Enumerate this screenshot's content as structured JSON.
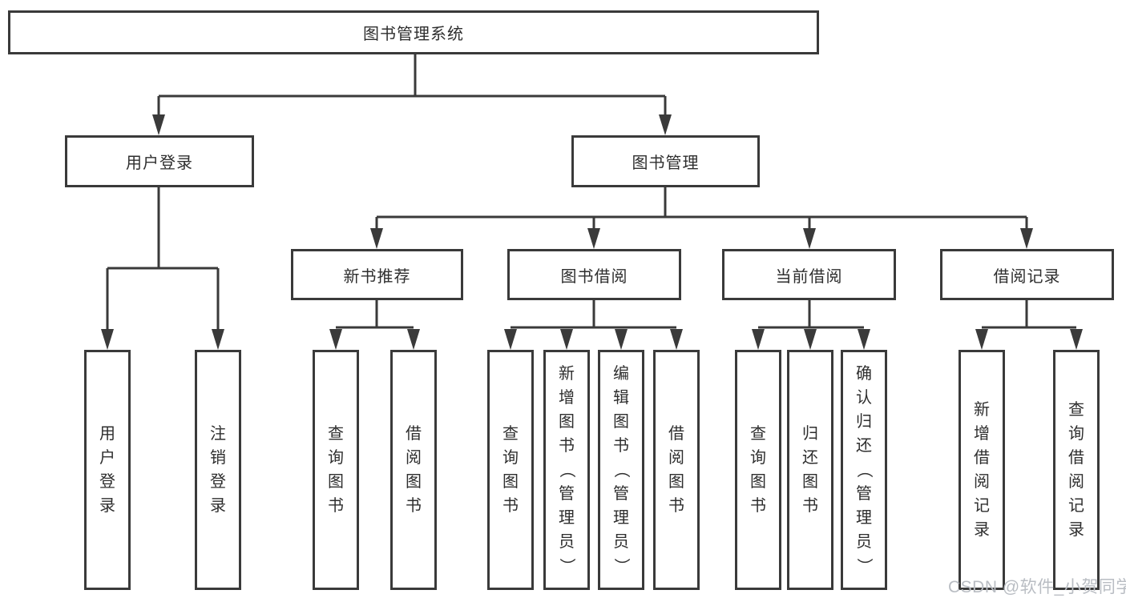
{
  "diagram": {
    "root": {
      "label": "图书管理系统"
    },
    "level2": [
      {
        "label": "用户登录"
      },
      {
        "label": "图书管理"
      }
    ],
    "level3": [
      {
        "label": "新书推荐"
      },
      {
        "label": "图书借阅"
      },
      {
        "label": "当前借阅"
      },
      {
        "label": "借阅记录"
      }
    ],
    "leaves": {
      "user": [
        "用户登录",
        "注销登录"
      ],
      "recommend": [
        "查询图书",
        "借阅图书"
      ],
      "borrow": [
        "查询图书",
        "新增图书（管理员）",
        "编辑图书（管理员）",
        "借阅图书"
      ],
      "current": [
        "查询图书",
        "归还图书",
        "确认归还（管理员）"
      ],
      "records": [
        "新增借阅记录",
        "查询借阅记录"
      ]
    }
  },
  "watermark": {
    "text": "CSDN @软件_小贺同学"
  },
  "colors": {
    "line": "#3a3a3a",
    "text": "#2e2e2e",
    "watermark": "#b9bdc3",
    "background": "#ffffff"
  }
}
